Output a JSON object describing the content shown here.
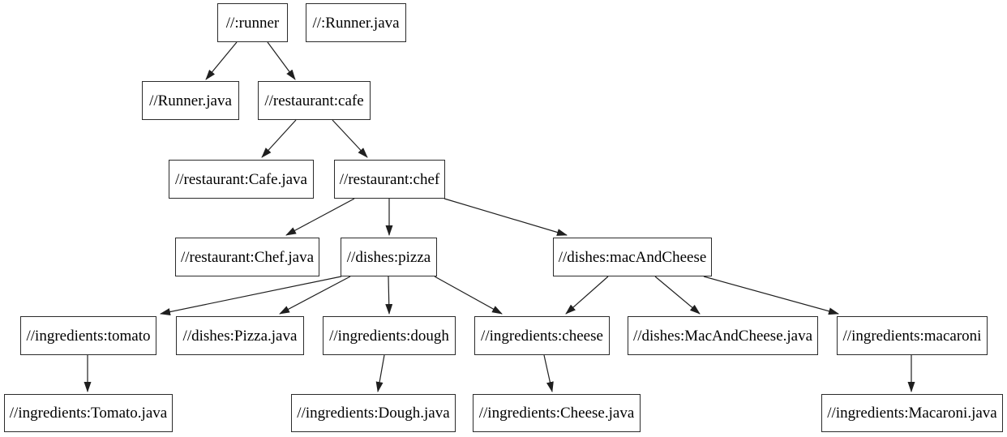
{
  "diagram": {
    "kind": "build-dependency-graph",
    "background_color": "#ffffff",
    "node_fill_color": "#ffffff",
    "node_border_color": "#2b2b2b",
    "edge_color": "#1f1f1f",
    "nodes": [
      {
        "id": "runner",
        "label": "//:runner"
      },
      {
        "id": "runner-java-src",
        "label": "//:Runner.java"
      },
      {
        "id": "runner-java",
        "label": "//Runner.java"
      },
      {
        "id": "cafe",
        "label": "//restaurant:cafe"
      },
      {
        "id": "cafe-java",
        "label": "//restaurant:Cafe.java"
      },
      {
        "id": "chef",
        "label": "//restaurant:chef"
      },
      {
        "id": "chef-java",
        "label": "//restaurant:Chef.java"
      },
      {
        "id": "pizza",
        "label": "//dishes:pizza"
      },
      {
        "id": "mac-and-cheese",
        "label": "//dishes:macAndCheese"
      },
      {
        "id": "tomato",
        "label": "//ingredients:tomato"
      },
      {
        "id": "pizza-java",
        "label": "//dishes:Pizza.java"
      },
      {
        "id": "dough",
        "label": "//ingredients:dough"
      },
      {
        "id": "cheese",
        "label": "//ingredients:cheese"
      },
      {
        "id": "mac-and-cheese-java",
        "label": "//dishes:MacAndCheese.java"
      },
      {
        "id": "macaroni",
        "label": "//ingredients:macaroni"
      },
      {
        "id": "tomato-java",
        "label": "//ingredients:Tomato.java"
      },
      {
        "id": "dough-java",
        "label": "//ingredients:Dough.java"
      },
      {
        "id": "cheese-java",
        "label": "//ingredients:Cheese.java"
      },
      {
        "id": "macaroni-java",
        "label": "//ingredients:Macaroni.java"
      }
    ],
    "edges": [
      {
        "from": "runner",
        "to": "runner-java"
      },
      {
        "from": "runner",
        "to": "cafe"
      },
      {
        "from": "cafe",
        "to": "cafe-java"
      },
      {
        "from": "cafe",
        "to": "chef"
      },
      {
        "from": "chef",
        "to": "chef-java"
      },
      {
        "from": "chef",
        "to": "pizza"
      },
      {
        "from": "chef",
        "to": "mac-and-cheese"
      },
      {
        "from": "pizza",
        "to": "tomato"
      },
      {
        "from": "pizza",
        "to": "pizza-java"
      },
      {
        "from": "pizza",
        "to": "dough"
      },
      {
        "from": "pizza",
        "to": "cheese"
      },
      {
        "from": "mac-and-cheese",
        "to": "cheese"
      },
      {
        "from": "mac-and-cheese",
        "to": "mac-and-cheese-java"
      },
      {
        "from": "mac-and-cheese",
        "to": "macaroni"
      },
      {
        "from": "tomato",
        "to": "tomato-java"
      },
      {
        "from": "dough",
        "to": "dough-java"
      },
      {
        "from": "cheese",
        "to": "cheese-java"
      },
      {
        "from": "macaroni",
        "to": "macaroni-java"
      }
    ]
  }
}
